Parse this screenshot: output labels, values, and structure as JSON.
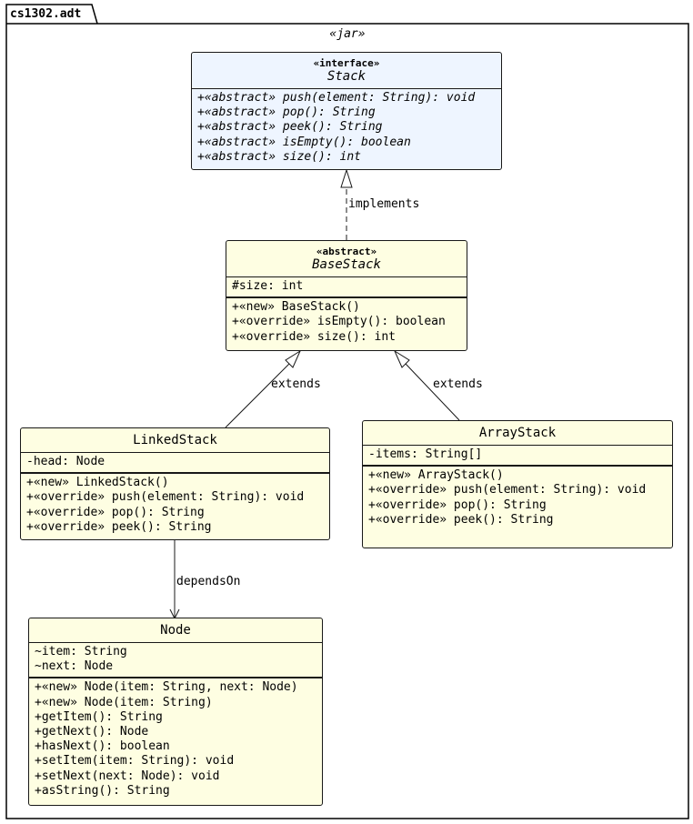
{
  "package": {
    "name": "cs1302.adt",
    "stereotype": "«jar»"
  },
  "classes": {
    "stack": {
      "stereotype": "«interface»",
      "name": "Stack",
      "methods": [
        "+«abstract» push(element: String): void",
        "+«abstract» pop(): String",
        "+«abstract» peek(): String",
        "+«abstract» isEmpty(): boolean",
        "+«abstract» size(): int"
      ]
    },
    "base_stack": {
      "stereotype": "«abstract»",
      "name": "BaseStack",
      "attributes": [
        "#size: int"
      ],
      "methods": [
        "+«new» BaseStack()",
        "+«override» isEmpty(): boolean",
        "+«override» size(): int"
      ]
    },
    "linked_stack": {
      "name": "LinkedStack",
      "attributes": [
        "-head: Node"
      ],
      "methods": [
        "+«new» LinkedStack()",
        "+«override» push(element: String): void",
        "+«override» pop(): String",
        "+«override» peek(): String"
      ]
    },
    "array_stack": {
      "name": "ArrayStack",
      "attributes": [
        "-items: String[]"
      ],
      "methods": [
        "+«new» ArrayStack()",
        "+«override» push(element: String): void",
        "+«override» pop(): String",
        "+«override» peek(): String"
      ]
    },
    "node": {
      "name": "Node",
      "attributes": [
        "~item: String",
        "~next: Node"
      ],
      "methods": [
        "+«new» Node(item: String, next: Node)",
        "+«new» Node(item: String)",
        "+getItem(): String",
        "+getNext(): Node",
        "+hasNext(): boolean",
        "+setItem(item: String): void",
        "+setNext(next: Node): void",
        "+asString(): String"
      ]
    }
  },
  "relations": {
    "implements": "implements",
    "extends_linked": "extends",
    "extends_array": "extends",
    "depends_on": "dependsOn"
  }
}
